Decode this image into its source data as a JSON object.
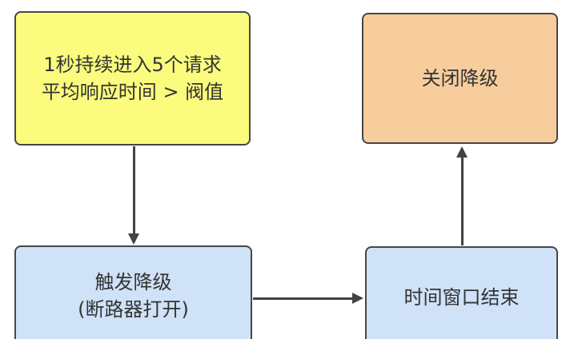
{
  "diagram": {
    "background": "#ffffff",
    "colors": {
      "node_border": "#474747",
      "arrow": "#424242",
      "text": "#333333",
      "condition_fill": "#FBFB7E",
      "close_fill": "#F8CD9E",
      "blue_fill": "#CFE2F7"
    },
    "nodes": {
      "condition": {
        "line1": "1秒持续进入5个请求",
        "line2": "平均响应时间 > 阀值"
      },
      "close_downgrade": {
        "label": "关闭降级"
      },
      "trigger_downgrade": {
        "line1": "触发降级",
        "line2": "(断路器打开)"
      },
      "time_window_end": {
        "label": "时间窗口结束"
      }
    },
    "edges": [
      {
        "from": "condition",
        "to": "trigger_downgrade",
        "direction": "down"
      },
      {
        "from": "trigger_downgrade",
        "to": "time_window_end",
        "direction": "right"
      },
      {
        "from": "time_window_end",
        "to": "close_downgrade",
        "direction": "up"
      }
    ]
  }
}
